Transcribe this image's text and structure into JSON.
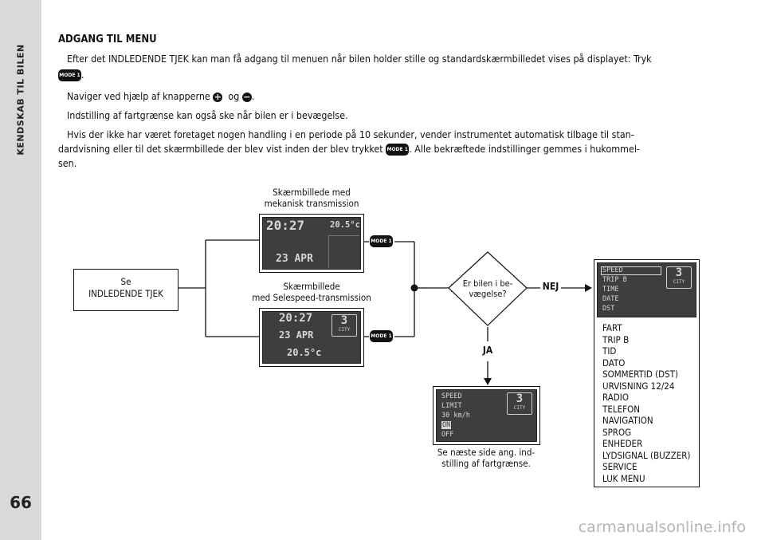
{
  "sidebar": {
    "section_title": "KENDSKAB TIL BILEN",
    "page_number": "66"
  },
  "heading": "ADGANG TIL MENU",
  "paragraphs": {
    "p1_line1": "Efter det INDLEDENDE TJEK kan man få adgang til menuen når bilen holder stille og standardskærmbilledet vises på displayet: Tryk",
    "p1_line2_end": ".",
    "p2_start": "Naviger ved hjælp af knapperne",
    "p2_mid": "og",
    "p2_end": ".",
    "p3": "Indstilling af fartgrænse kan også ske når bilen er i bevægelse.",
    "p4_line1": "Hvis der ikke har været foretaget nogen handling i en periode på 10 sekunder, vender instrumentet automatisk tilbage til stan-",
    "p4_line2_start": "dardvisning eller til det skærmbillede der blev vist inden der blev trykket",
    "p4_line2_end": ". Alle bekræftede indstillinger gemmes i hukommel-",
    "p4_line3": "sen."
  },
  "buttons": {
    "mode": "MODE 1",
    "plus": "+",
    "minus": "−"
  },
  "diagram": {
    "start_box": {
      "line1": "Se",
      "line2": "INDLEDENDE TJEK"
    },
    "mechanical": {
      "label_line1": "Skærmbillede med",
      "label_line2": "mekanisk transmission",
      "time": "20:27",
      "temp": "20.5°c",
      "date": "23 APR"
    },
    "selespeed": {
      "label_line1": "Skærmbillede",
      "label_line2": "med Selespeed-transmission",
      "time": "20:27",
      "date": "23 APR",
      "temp": "20.5°c",
      "gear": "3",
      "gear_mode": "CITY"
    },
    "decision": {
      "line1": "Er bilen i be-",
      "line2": "vægelse?",
      "no": "NEJ",
      "yes": "JA"
    },
    "menu_screen": {
      "lines": [
        "SPEED",
        "TRIP B",
        "TIME",
        "DATE",
        "DST"
      ],
      "gear": "3",
      "gear_mode": "CITY"
    },
    "menu_items": [
      "FART",
      "TRIP B",
      "TID",
      "DATO",
      "SOMMERTID (DST)",
      "URVISNING 12/24",
      "RADIO",
      "TELEFON",
      "NAVIGATION",
      "SPROG",
      "ENHEDER",
      "LYDSIGNAL (BUZZER)",
      "SERVICE",
      "LUK MENU"
    ],
    "speed_screen": {
      "lines": [
        "SPEED",
        "LIMIT",
        "30 km/h"
      ],
      "on": "ON",
      "off": "OFF",
      "gear": "3",
      "gear_mode": "CITY",
      "caption_line1": "Se næste side ang. ind-",
      "caption_line2": "stilling af fartgrænse."
    }
  },
  "watermark": "carmanualsonline.info"
}
